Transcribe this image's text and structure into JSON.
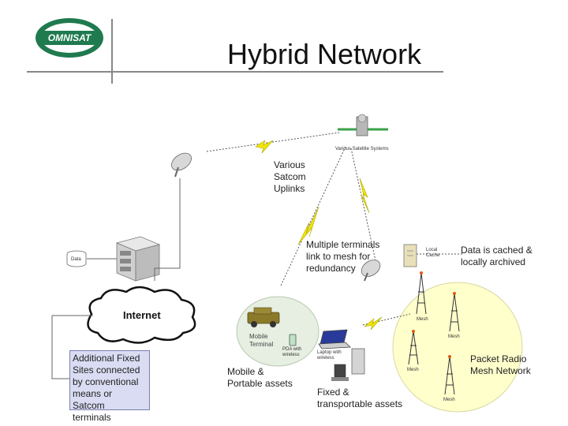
{
  "title": "Hybrid Network",
  "logo": {
    "text": "OMNISAT",
    "color": "#1f7a4f"
  },
  "labels": {
    "various_satcom": [
      "Various",
      "Satcom",
      "Uplinks"
    ],
    "various_satellite_systems": "Various Satellite Systems",
    "multiple_terminals": [
      "Multiple terminals",
      "link to mesh for",
      "redundancy"
    ],
    "data_cached": [
      "Data is cached &",
      "locally archived"
    ],
    "internet": "Internet",
    "data": "Data",
    "additional_fixed": [
      "Additional Fixed",
      "Sites connected",
      "by conventional",
      "means or Satcom",
      "terminals"
    ],
    "mobile_portable": [
      "Mobile &",
      "Portable assets"
    ],
    "fixed_transportable": [
      "Fixed &",
      "transportable assets"
    ],
    "packet_radio": [
      "Packet Radio",
      "Mesh Network"
    ],
    "mobile_terminal": "Mobile Terminal",
    "pda_wireless": [
      "PDA with",
      "wireless"
    ],
    "laptop_wireless": [
      "Laptop with",
      "wireless"
    ],
    "local_cache": [
      "Local",
      "Cache"
    ],
    "mesh": "Mesh"
  },
  "colors": {
    "mesh_circle": "#ffffcc",
    "mobile_circle": "#e6efe2",
    "lightning": "#f2e600",
    "addl_box": "#d9dcf2"
  }
}
